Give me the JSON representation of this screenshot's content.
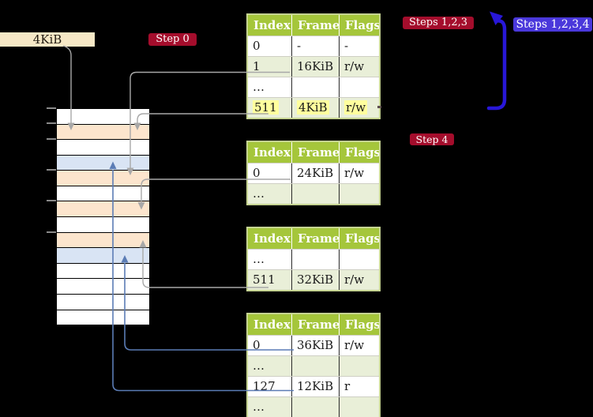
{
  "colors": {
    "background": "#000000",
    "label_box_bg": "#f6e8c6",
    "badge_red": "#a40d2c",
    "badge_blue": "#4a38db",
    "big_arrow_blue": "#2817d8",
    "table_header_green": "#a5c63b",
    "table_row_green": "#e9efd8",
    "table_border_green": "#c6d492",
    "highlight_yellow": "#ffff9e",
    "mem_page_table": "#fce5cd",
    "mem_mapped_page": "#d9e4f4",
    "mem_free": "#ffffff",
    "connector_gray": "#a8a8a8",
    "connector_blue": "#5b7cb5",
    "tick_gray": "#8a8a8a"
  },
  "memory_label": "4KiB",
  "badges": [
    {
      "id": "step0",
      "label": "Step 0",
      "type": "red"
    },
    {
      "id": "steps123",
      "label": "Steps 1,2,3",
      "type": "red"
    },
    {
      "id": "steps1234",
      "label": "Steps 1,2,3,4",
      "type": "blue"
    },
    {
      "id": "step4",
      "label": "Step 4",
      "type": "red"
    }
  ],
  "memory": {
    "rows": [
      "free",
      "table",
      "free",
      "page",
      "table",
      "free",
      "table",
      "free",
      "table",
      "page",
      "free",
      "free",
      "free",
      "free"
    ],
    "tick_boundaries": [
      0,
      1,
      2,
      4,
      6,
      8
    ]
  },
  "tables": [
    {
      "name": "page-table-level-4",
      "columns": [
        "Index",
        "Frame",
        "Flags"
      ],
      "rows": [
        {
          "cells": [
            "0",
            "-",
            "-"
          ]
        },
        {
          "cells": [
            "1",
            "16KiB",
            "r/w"
          ]
        },
        {
          "cells": [
            "…",
            "",
            ""
          ]
        },
        {
          "cells": [
            "511",
            "4KiB",
            "r/w"
          ],
          "highlight": true
        }
      ]
    },
    {
      "name": "page-table-level-3",
      "columns": [
        "Index",
        "Frame",
        "Flags"
      ],
      "rows": [
        {
          "cells": [
            "0",
            "24KiB",
            "r/w"
          ]
        },
        {
          "cells": [
            "…",
            "",
            ""
          ]
        }
      ]
    },
    {
      "name": "page-table-level-2",
      "columns": [
        "Index",
        "Frame",
        "Flags"
      ],
      "rows": [
        {
          "cells": [
            "…",
            "",
            ""
          ]
        },
        {
          "cells": [
            "511",
            "32KiB",
            "r/w"
          ]
        }
      ]
    },
    {
      "name": "page-table-level-1",
      "columns": [
        "Index",
        "Frame",
        "Flags"
      ],
      "rows": [
        {
          "cells": [
            "0",
            "36KiB",
            "r/w"
          ]
        },
        {
          "cells": [
            "…",
            "",
            ""
          ]
        },
        {
          "cells": [
            "127",
            "12KiB",
            "r"
          ]
        },
        {
          "cells": [
            "…",
            "",
            ""
          ]
        }
      ]
    }
  ]
}
